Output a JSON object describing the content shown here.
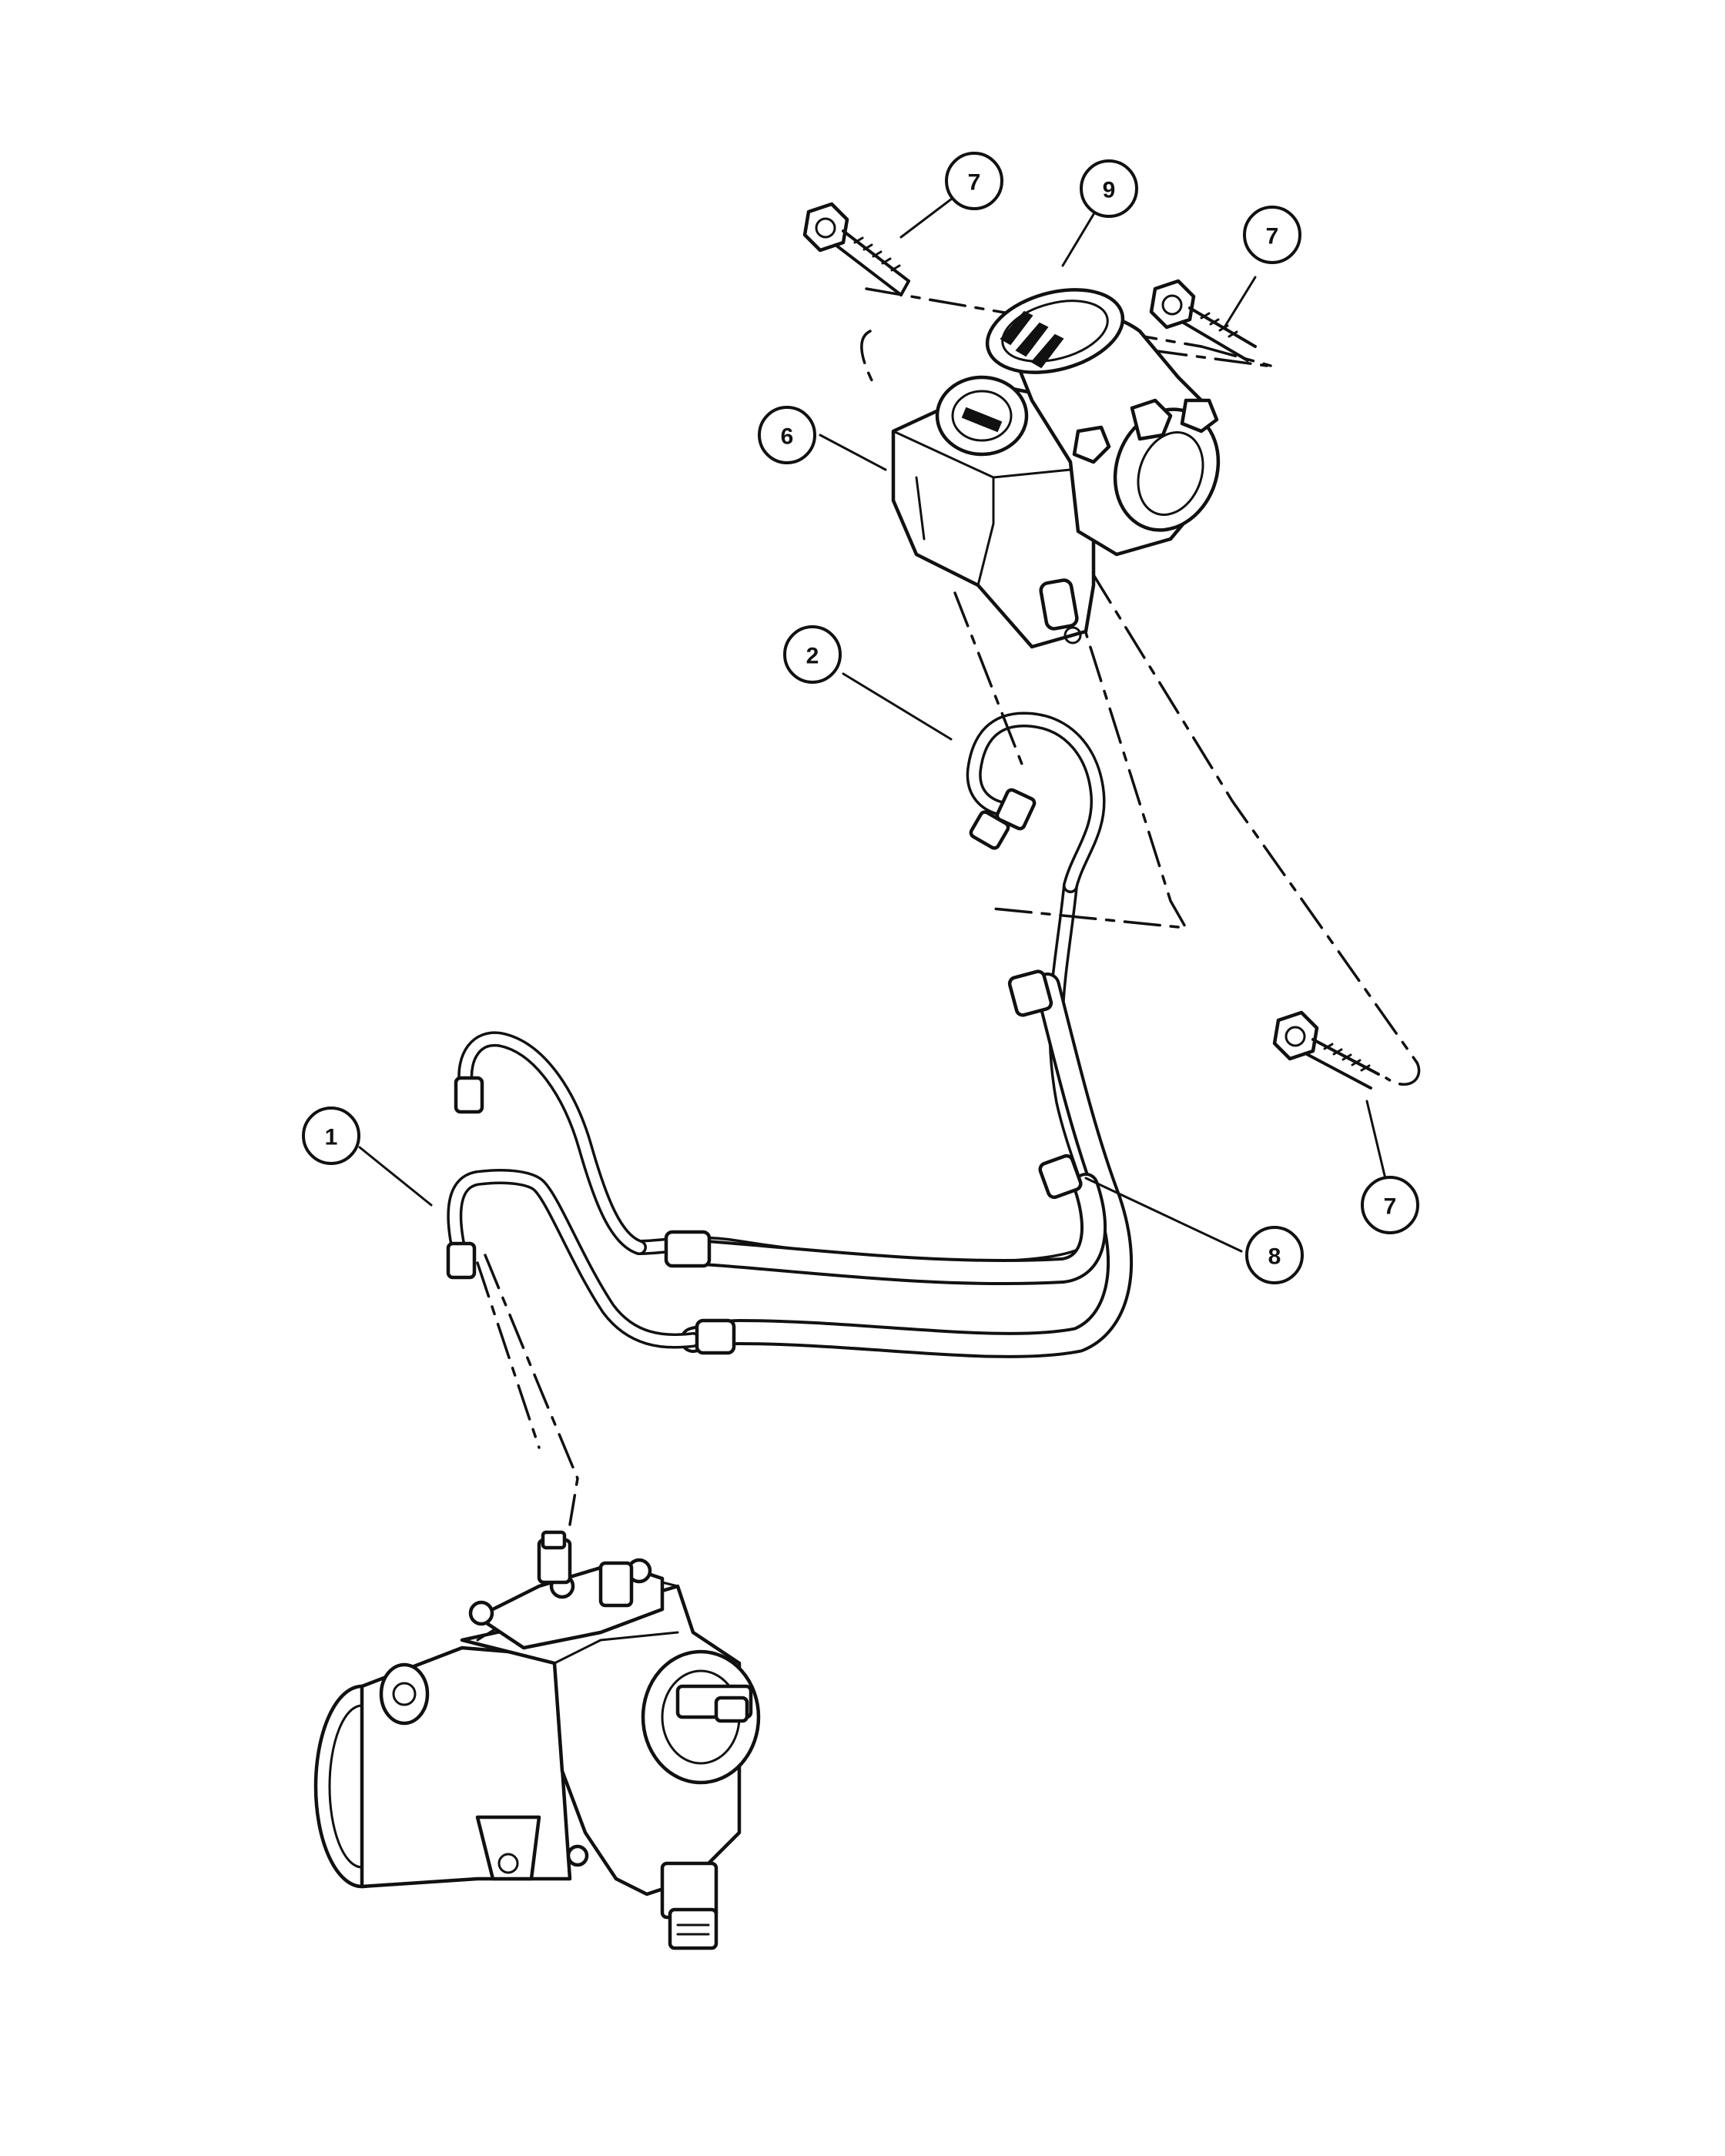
{
  "callouts": [
    {
      "id": "c7a",
      "label": "7"
    },
    {
      "id": "c9",
      "label": "9"
    },
    {
      "id": "c7b",
      "label": "7"
    },
    {
      "id": "c6",
      "label": "6"
    },
    {
      "id": "c2",
      "label": "2"
    },
    {
      "id": "c1",
      "label": "1"
    },
    {
      "id": "c8",
      "label": "8"
    },
    {
      "id": "c7c",
      "label": "7"
    }
  ]
}
